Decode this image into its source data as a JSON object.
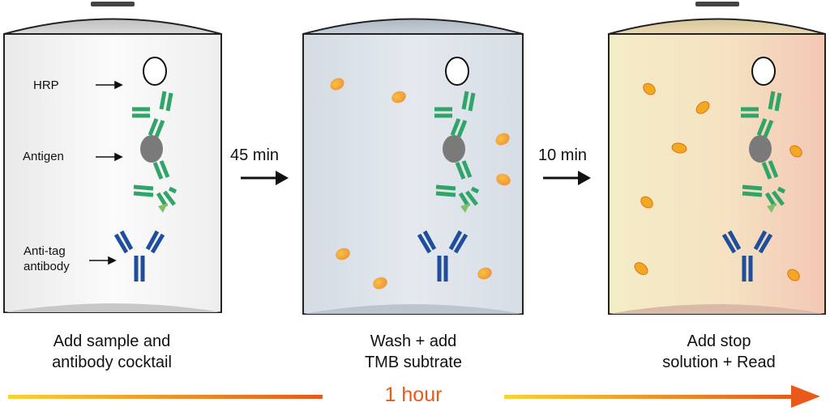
{
  "labels": {
    "hrp": "HRP",
    "antigen": "Antigen",
    "anti_tag_line1": "Anti-tag",
    "anti_tag_line2": "antibody"
  },
  "steps": [
    {
      "caption_line1": "Add sample and",
      "caption_line2": "antibody cocktail"
    },
    {
      "caption_line1": "Wash + add",
      "caption_line2": "TMB subtrate"
    },
    {
      "caption_line1": "Add stop",
      "caption_line2": "solution + Read"
    }
  ],
  "transitions": [
    "45 min",
    "10 min"
  ],
  "total_time": "1 hour",
  "colors": {
    "antibody_green": "#2fa56a",
    "anti_tag_blue": "#1f4f9c",
    "antigen_gray": "#7a7a7a",
    "tmb_particle": "#f1a52f",
    "timeline_orange": "#e8591a"
  }
}
